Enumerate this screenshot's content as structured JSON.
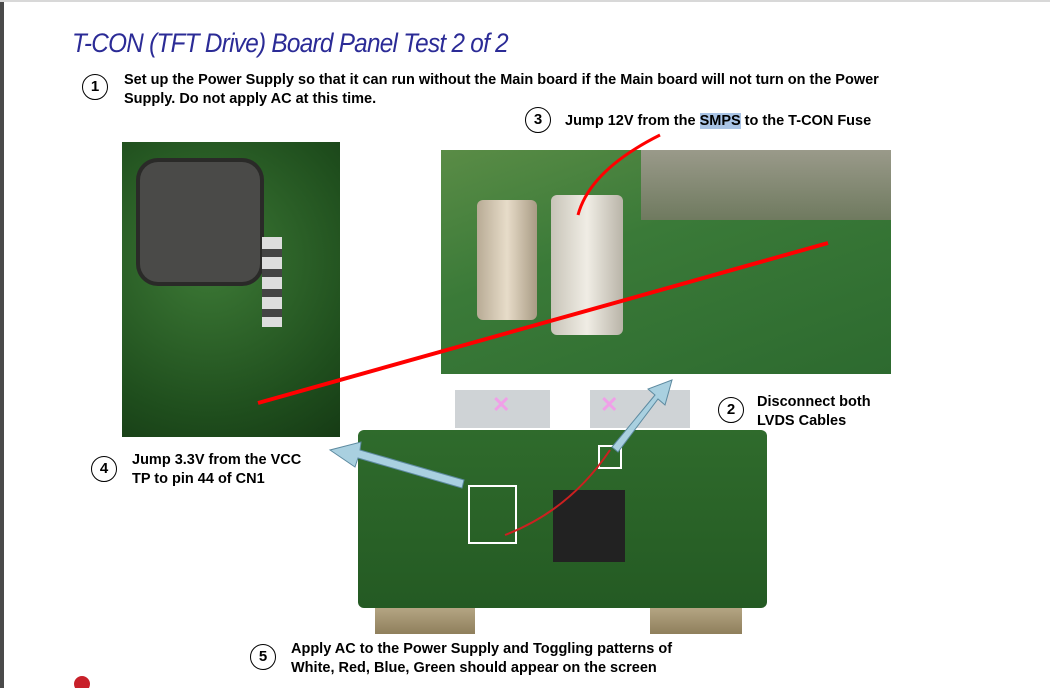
{
  "title": "T-CON (TFT Drive) Board Panel Test 2 of 2",
  "steps": [
    {
      "number": "1",
      "text": "Set up the Power Supply so that it can run without the Main board if the Main board will not turn on the Power Supply. Do not apply AC at this time."
    },
    {
      "number": "2",
      "line1": "Disconnect both",
      "line2": "LVDS Cables"
    },
    {
      "number": "3",
      "pre": "Jump 12V from the ",
      "highlight": "SMPS",
      "post": " to the T-CON Fuse"
    },
    {
      "number": "4",
      "line1": "Jump 3.3V from the VCC",
      "line2": "TP to pin 44 of CN1"
    },
    {
      "number": "5",
      "line1": "Apply AC to the Power Supply and Toggling patterns of",
      "line2": "White, Red, Blue, Green should appear on the screen"
    }
  ],
  "colors": {
    "title": "#2b2b96",
    "jumper": "#ff0000",
    "arrow": "#a9d0e0"
  }
}
